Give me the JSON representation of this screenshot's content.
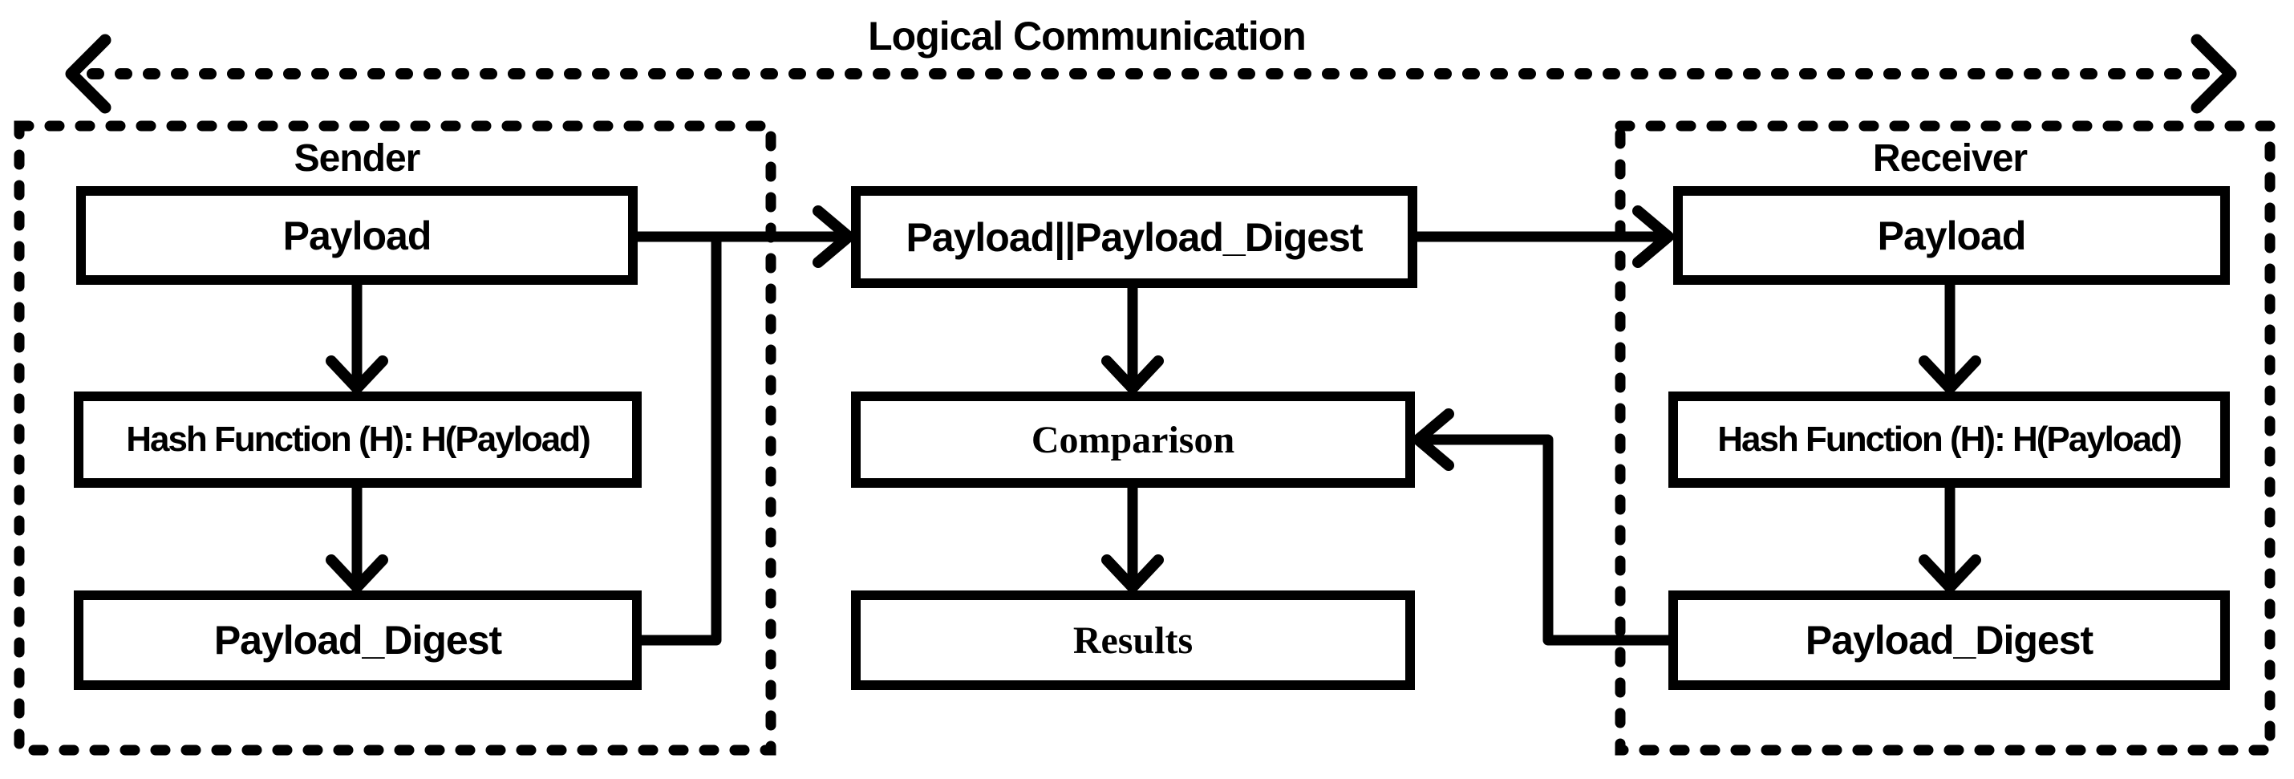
{
  "diagram": {
    "title": "Logical Communication",
    "sender": {
      "label": "Sender",
      "payload": "Payload",
      "hash_function": "Hash Function (H): H(Payload)",
      "payload_digest": "Payload_Digest"
    },
    "channel": {
      "combined_message": "Payload||Payload_Digest",
      "comparison": "Comparison",
      "results": "Results"
    },
    "receiver": {
      "label": "Receiver",
      "payload": "Payload",
      "hash_function": "Hash Function (H): H(Payload)",
      "payload_digest": "Payload_Digest"
    },
    "colors": {
      "ink": "#000000",
      "background": "#ffffff"
    }
  }
}
